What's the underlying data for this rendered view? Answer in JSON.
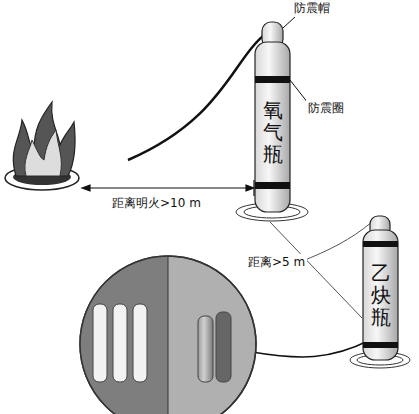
{
  "diagram": {
    "nodes": [
      {
        "text": [
          "氧气瓶"
        ]
      },
      {
        "text": [
          "乙炔瓶"
        ]
      }
    ],
    "labels": [
      "防震帽",
      "防震圈",
      "距离明火>10 m",
      "距离>5 m"
    ]
  }
}
